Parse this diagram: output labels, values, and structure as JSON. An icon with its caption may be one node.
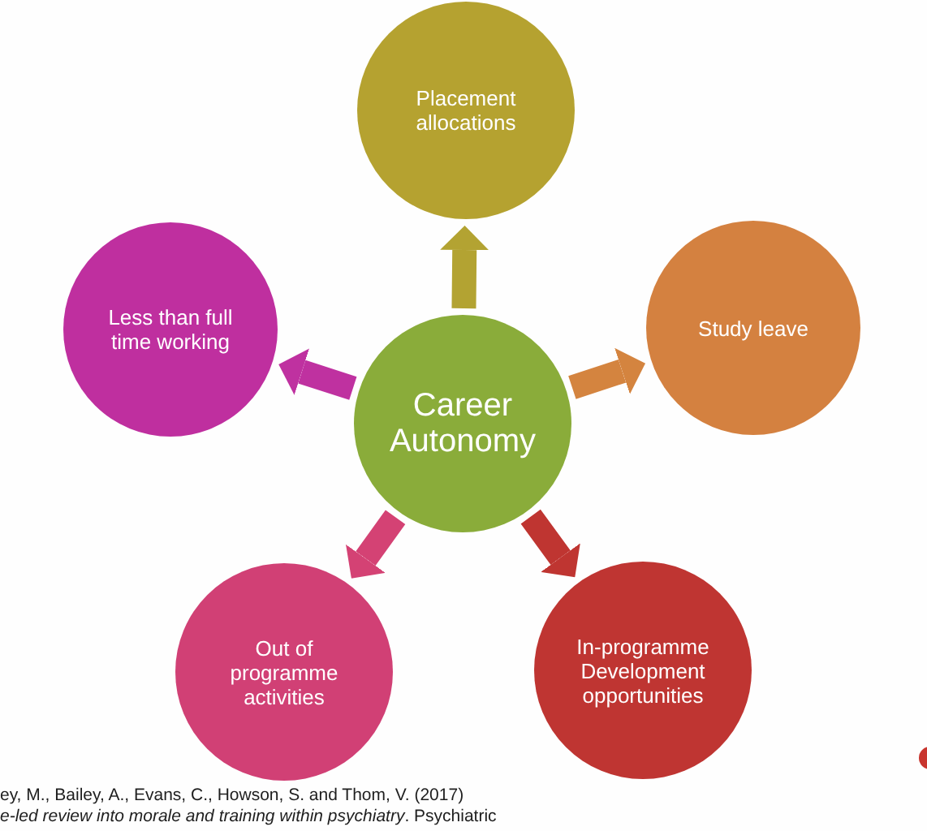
{
  "diagram": {
    "nodes": [
      {
        "text": [
          "Placement allocations"
        ]
      },
      {
        "text": [
          "Less than full time working"
        ]
      },
      {
        "text": [
          "Study leave"
        ]
      },
      {
        "text": [
          "Career Autonomy"
        ]
      },
      {
        "text": [
          "Out of programme activities"
        ]
      },
      {
        "text": [
          "In-programme Development opportunities"
        ]
      }
    ],
    "edges": [
      {
        "from": 3,
        "to": 0,
        "arrow": "to",
        "color": "#b3a332"
      },
      {
        "from": 3,
        "to": 1,
        "arrow": "to",
        "color": "#bf31a0"
      },
      {
        "from": 3,
        "to": 2,
        "arrow": "to",
        "color": "#d4843f"
      },
      {
        "from": 3,
        "to": 4,
        "arrow": "to",
        "color": "#d44274"
      },
      {
        "from": 3,
        "to": 5,
        "arrow": "to",
        "color": "#bf3531"
      }
    ],
    "labels": [
      "ey, M., Bailey, A., Evans, C., Howson, S. and Thom, V. (2017)",
      "*e-led review into morale and training within psychiatry*. Psychiatric"
    ]
  }
}
